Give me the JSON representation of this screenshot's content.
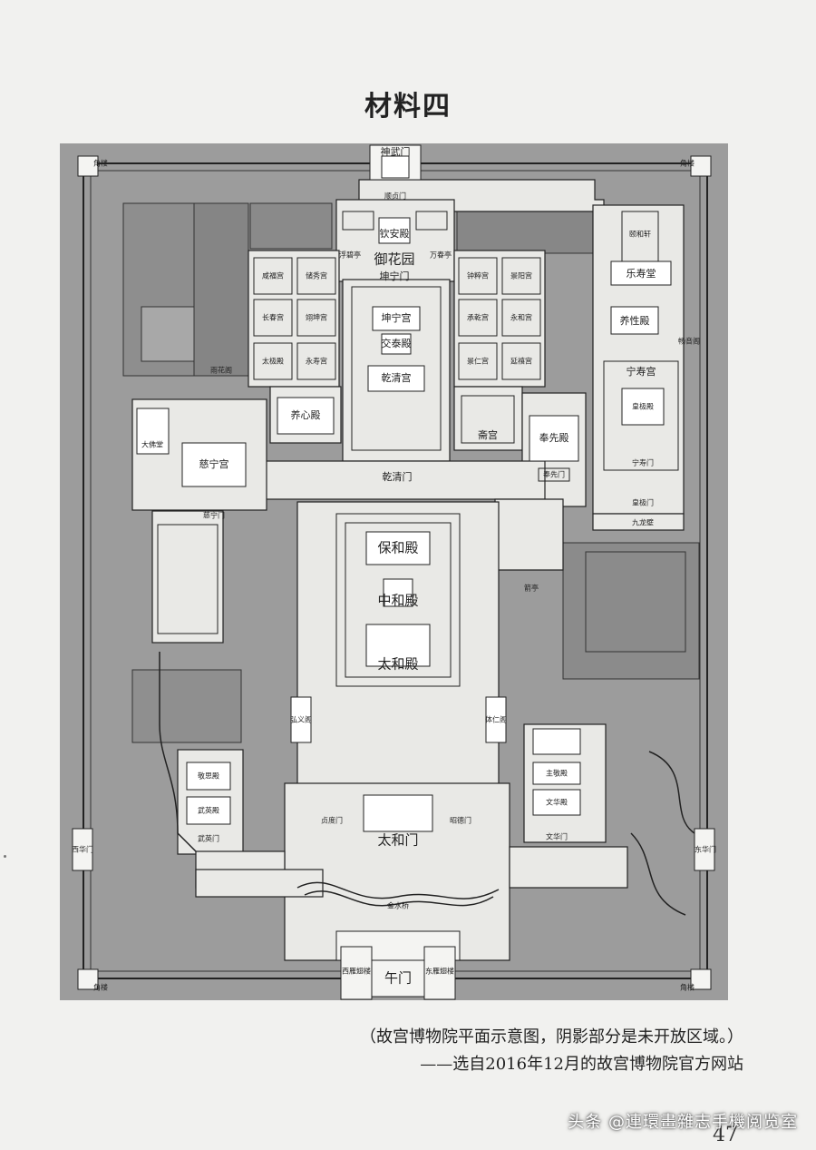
{
  "page": {
    "title": "材料四",
    "caption_line1": "（故宫博物院平面示意图，阴影部分是未开放区域。）",
    "caption_line2": "——选自2016年12月的故宫博物院官方网站",
    "page_number": "47",
    "watermark": "头条 @連環畫雜志手機阅览室"
  },
  "map": {
    "colors": {
      "closed": "#9c9c9c",
      "closed_dark": "#8a8a8a",
      "open": "#e9e9e6",
      "line": "#222222"
    },
    "labels": {
      "shenwumen": "神武门",
      "shunzhenmen": "顺贞门",
      "qinandian": "钦安殿",
      "yuhuayuan": "御花园",
      "fubiting": "浮碧亭",
      "wanchunting": "万春亭",
      "kunningmen": "坤宁门",
      "kunninggong": "坤宁宫",
      "jiaotaidian": "交泰殿",
      "qianqinggong": "乾清宫",
      "qianqingmen": "乾清门",
      "yangxindian": "养心殿",
      "chuxiugong": "储秀宫",
      "xianfugong": "咸福宫",
      "changchungong": "长春宫",
      "yikungong": "翊坤宫",
      "taijidian": "太极殿",
      "yongshougong": "永寿宫",
      "zhongcuigong": "钟粹宫",
      "jingyanggong": "景阳宫",
      "chengqiangong": "承乾宫",
      "yonghegong": "永和宫",
      "jingrengong": "景仁宫",
      "yanxigong": "延禧宫",
      "zhaigong": "斋宫",
      "fengxiandian": "奉先殿",
      "fengxianmen": "奉先门",
      "cininggong": "慈宁宫",
      "ciningmen": "慈宁门",
      "dafotang": "大佛堂",
      "yuhuayuan_west": "雨花阁",
      "leshoutang": "乐寿堂",
      "yihexuan": "颐和轩",
      "yangxingdian": "养性殿",
      "ningshougong": "宁寿宫",
      "huangjidian": "皇极殿",
      "ningshoumen": "宁寿门",
      "huangjimen": "皇极门",
      "jiulongbi": "九龙壁",
      "changyinge": "畅音阁",
      "baohedian": "保和殿",
      "zhonghedian": "中和殿",
      "taihedian": "太和殿",
      "taihemen": "太和门",
      "hongyige": "弘义阁",
      "tirenge": "体仁阁",
      "zhaodemen": "昭德门",
      "zhendumen": "贞度门",
      "jinshuiqiao": "金水桥",
      "wumen": "午门",
      "xiyanchilou": "西雁翅楼",
      "dongyanchilou": "东雁翅楼",
      "wuyingdian": "武英殿",
      "jingsidian": "敬思殿",
      "wuyingmen": "武英门",
      "wenhuadian": "文华殿",
      "zhujingdian": "主敬殿",
      "wenhuamen": "文华门",
      "xihuamen": "西华门",
      "donghuamen": "东华门",
      "jiaolou": "角楼",
      "jianting": "箭亭"
    }
  }
}
